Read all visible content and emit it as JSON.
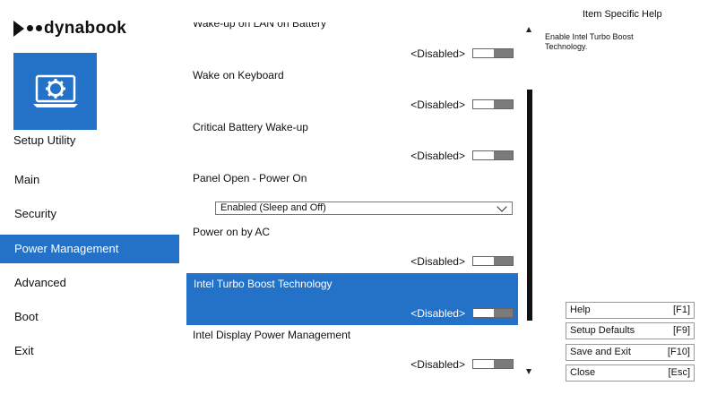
{
  "brand": {
    "name": "dynabook"
  },
  "utility": {
    "label": "Setup Utility",
    "icon": "gear-laptop-icon"
  },
  "menu": {
    "items": [
      {
        "label": "Main"
      },
      {
        "label": "Security"
      },
      {
        "label": "Power Management",
        "active": true
      },
      {
        "label": "Advanced"
      },
      {
        "label": "Boot"
      },
      {
        "label": "Exit"
      }
    ]
  },
  "settings": {
    "cut_top": {
      "label": "Wake-up on LAN on Battery",
      "value": "<Disabled>"
    },
    "wake_keyboard": {
      "label": "Wake on Keyboard",
      "value": "<Disabled>"
    },
    "critical_battery": {
      "label": "Critical Battery Wake-up",
      "value": "<Disabled>"
    },
    "panel_open": {
      "label": "Panel Open - Power On",
      "value": "Enabled (Sleep and Off)"
    },
    "power_ac": {
      "label": "Power on by AC",
      "value": "<Disabled>"
    },
    "turbo_boost": {
      "label": "Intel Turbo Boost Technology",
      "value": "<Disabled>",
      "selected": true
    },
    "display_power": {
      "label": "Intel Display Power Management",
      "value": "<Disabled>"
    }
  },
  "help": {
    "title": "Item Specific Help",
    "text": "Enable Intel Turbo Boost Technology."
  },
  "keys": [
    {
      "label": "Help",
      "key": "[F1]"
    },
    {
      "label": "Setup Defaults",
      "key": "[F9]"
    },
    {
      "label": "Save and Exit",
      "key": "[F10]"
    },
    {
      "label": "Close",
      "key": "[Esc]"
    }
  ],
  "colors": {
    "accent": "#2471c8",
    "toggle_track": "#7b7b7b"
  }
}
